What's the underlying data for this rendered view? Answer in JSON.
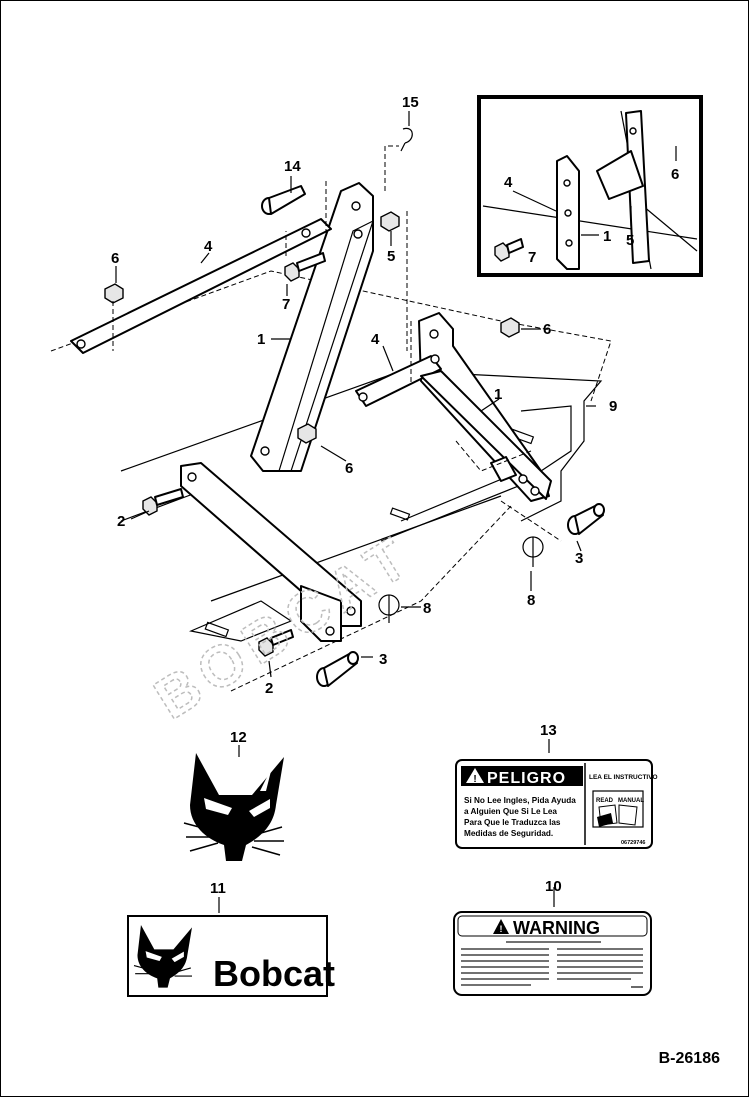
{
  "callouts": {
    "c1a": "1",
    "c1b": "1",
    "c1c": "1",
    "c2a": "2",
    "c2b": "2",
    "c3a": "3",
    "c3b": "3",
    "c4a": "4",
    "c4b": "4",
    "c4c": "4",
    "c5a": "5",
    "c5b": "5",
    "c6a": "6",
    "c6b": "6",
    "c6c": "6",
    "c6d": "6",
    "c7a": "7",
    "c7b": "7",
    "c8a": "8",
    "c8b": "8",
    "c9": "9",
    "c10": "10",
    "c11": "11",
    "c12": "12",
    "c13": "13",
    "c14": "14",
    "c15": "15"
  },
  "decals": {
    "peligro": {
      "title": "PELIGRO",
      "side_heading": "LEA EL INSTRUCTIVO",
      "lines": [
        "Si No Lee Ingles, Pida Ayuda",
        "a Alguien Que Si Le Lea",
        "Para Que le Traduzca las",
        "Medidas de Seguridad."
      ],
      "book_left": "READ",
      "book_right": "MANUAL",
      "part_number": "06729746"
    },
    "warning": {
      "title": "WARNING"
    },
    "brand": {
      "name": "Bobcat"
    }
  },
  "diagram_id": "B-26186",
  "watermark": "BOBCAT"
}
